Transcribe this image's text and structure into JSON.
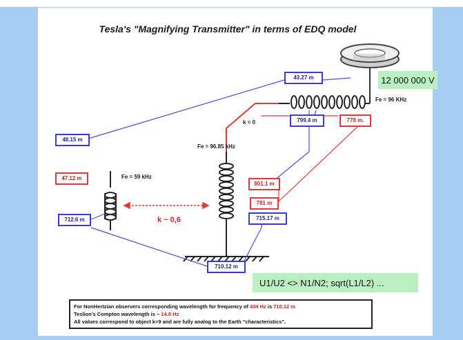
{
  "title": "Tesla's \"Magnifying Transmitter\" in terms of EDQ model",
  "voltage": "12 000 000 V",
  "formula": "U1/U2 <> N1/N2; sqrt(L1/L2) ...",
  "labels": {
    "fe_top": "Fe = 96 KHz",
    "fe_mid": "Fe = 96.85 kHz",
    "fe_left": "Fe = 59 kHz",
    "k0": "k = 0",
    "k06": "k ~ 0,6"
  },
  "boxes": {
    "b4327": "43.27 m",
    "b4815": "48.15 m",
    "b7994": "799.4 m",
    "b778": "778 m.",
    "b4712": "47.12 m",
    "b8011": "801.1 m",
    "b781": "781 m",
    "b7126": "712.6 m",
    "b71517": "715.17 m",
    "b71012": "710.12 m"
  },
  "note": {
    "line1_a": "For NonHertzian observers corresponding wavelength for frequency of ",
    "line1_hz": "404 Hz",
    "line1_b": " is ",
    "line1_m": "710.12 m",
    "line2_a": "Teslion's Compton wavelength is ~ ",
    "line2_hz": "14.8 Hz",
    "line3": "All values correspond to object k=9 and are fully analog to the Earth \"characteristics\"."
  },
  "colors": {
    "blue": "#3a3ad8",
    "red": "#e03838",
    "green_box": "#b9efc1",
    "side": "#a8cdf4"
  }
}
